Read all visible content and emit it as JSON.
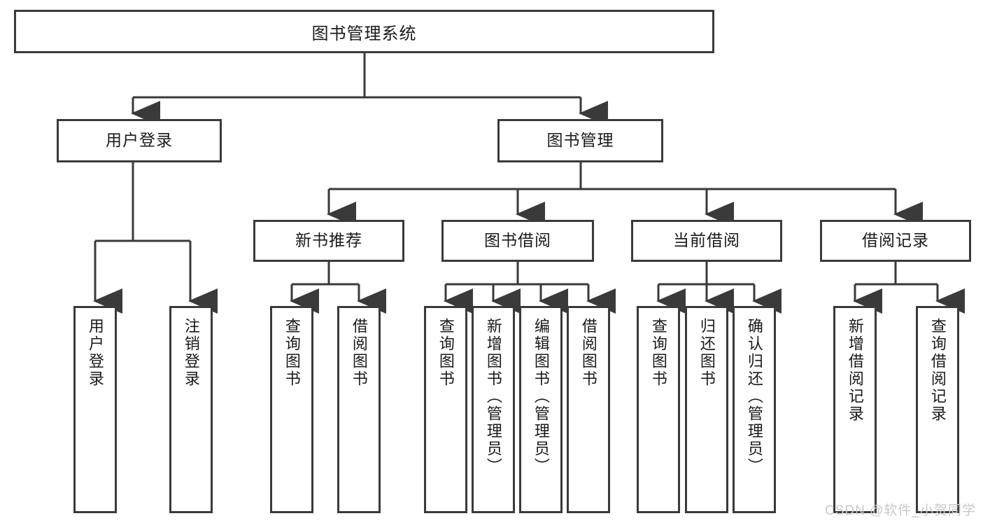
{
  "diagram": {
    "title": "图书管理系统",
    "type": "hierarchy-tree",
    "watermark": "CSDN @软件_小贺同学",
    "colors": {
      "border": "#3a3a3a",
      "background": "#ffffff",
      "text": "#1a1a1a",
      "watermark": "#c9c9c9"
    },
    "nodes": {
      "root": {
        "label": "图书管理系统"
      },
      "level2": [
        {
          "label": "用户登录"
        },
        {
          "label": "图书管理"
        }
      ],
      "level3": [
        {
          "label": "新书推荐"
        },
        {
          "label": "图书借阅"
        },
        {
          "label": "当前借阅"
        },
        {
          "label": "借阅记录"
        }
      ],
      "leaves": {
        "user_login": [
          {
            "label": "用户登录"
          },
          {
            "label": "注销登录"
          }
        ],
        "new_book_rec": [
          {
            "label": "查询图书"
          },
          {
            "label": "借阅图书"
          }
        ],
        "book_borrow": [
          {
            "label": "查询图书"
          },
          {
            "label": "新增图书（管理员）"
          },
          {
            "label": "编辑图书（管理员）"
          },
          {
            "label": "借阅图书"
          }
        ],
        "current_borrow": [
          {
            "label": "查询图书"
          },
          {
            "label": "归还图书"
          },
          {
            "label": "确认归还（管理员）"
          }
        ],
        "borrow_record": [
          {
            "label": "新增借阅记录"
          },
          {
            "label": "查询借阅记录"
          }
        ]
      }
    }
  }
}
